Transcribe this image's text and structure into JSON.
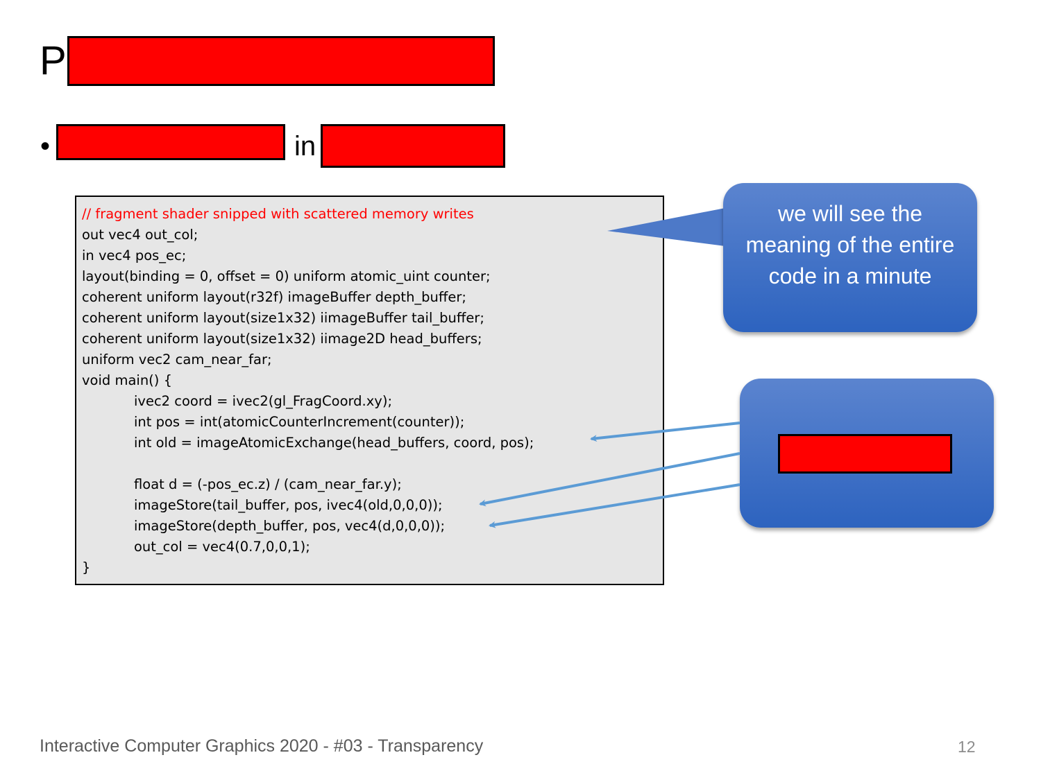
{
  "title": {
    "visible_text": "P",
    "redacted": true
  },
  "bullet": {
    "symbol": "•",
    "visible_word": "in",
    "redacted_segments": 2
  },
  "code": {
    "lines": [
      {
        "text": "// fragment shader snipped with scattered memory writes",
        "type": "comment",
        "indent": 0
      },
      {
        "text": "out vec4 out_col;",
        "type": "code",
        "indent": 0
      },
      {
        "text": "in vec4 pos_ec;",
        "type": "code",
        "indent": 0
      },
      {
        "text": "layout(binding = 0, offset = 0) uniform atomic_uint counter;",
        "type": "code",
        "indent": 0
      },
      {
        "text": "coherent uniform layout(r32f) imageBuffer depth_buffer;",
        "type": "code",
        "indent": 0
      },
      {
        "text": "coherent uniform layout(size1x32) iimageBuffer tail_buffer;",
        "type": "code",
        "indent": 0
      },
      {
        "text": "coherent uniform layout(size1x32) iimage2D head_buffers;",
        "type": "code",
        "indent": 0
      },
      {
        "text": "uniform vec2 cam_near_far;",
        "type": "code",
        "indent": 0
      },
      {
        "text": "void main() {",
        "type": "code",
        "indent": 0
      },
      {
        "text": "ivec2 coord = ivec2(gl_FragCoord.xy);",
        "type": "code",
        "indent": 1
      },
      {
        "text": "int pos = int(atomicCounterIncrement(counter));",
        "type": "code",
        "indent": 1
      },
      {
        "text": "int old = imageAtomicExchange(head_buffers, coord, pos);",
        "type": "code",
        "indent": 1
      },
      {
        "text": "",
        "type": "code",
        "indent": 0
      },
      {
        "text": "float d = (-pos_ec.z) / (cam_near_far.y);",
        "type": "code",
        "indent": 1
      },
      {
        "text": "imageStore(tail_buffer, pos, ivec4(old,0,0,0));",
        "type": "code",
        "indent": 1
      },
      {
        "text": "imageStore(depth_buffer, pos, vec4(d,0,0,0));",
        "type": "code",
        "indent": 1
      },
      {
        "text": "out_col = vec4(0.7,0,0,1);",
        "type": "code",
        "indent": 1
      },
      {
        "text": "}",
        "type": "code",
        "indent": 0
      }
    ]
  },
  "callouts": {
    "explain": "we will see the meaning of the entire code in a minute",
    "arrows_box_redacted": true
  },
  "footer": {
    "text": "Interactive Computer Graphics 2020 - #03 - Transparency",
    "page_number": "12"
  },
  "colors": {
    "redaction": "#ff0000",
    "code_background": "#e6e6e6",
    "comment": "#ff0000",
    "callout": "#4472c4",
    "arrow": "#5b9bd5",
    "footer_text": "#595959"
  }
}
